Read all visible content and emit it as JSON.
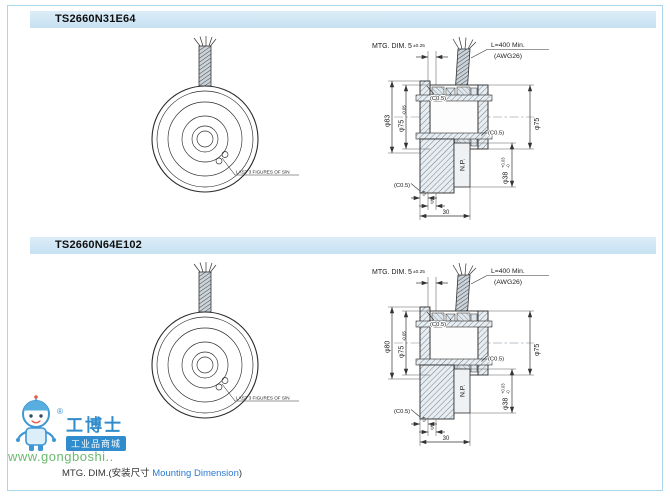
{
  "colors": {
    "header_bg": "#cfe4f2",
    "frame_border": "#a9d6ea",
    "brand_blue": "#1f83c8",
    "url_green": "#36a03c",
    "caption_blue": "#2b7bd0"
  },
  "sections": [
    {
      "title": "TS2660N31E64",
      "front": {
        "sn_note": "LAST 3 FIGURES OF S/N"
      },
      "side": {
        "mtg_label": "MTG. DIM.",
        "mtg_value": "5",
        "mtg_tol": "±0.25",
        "cable_len": "L=400 Min.",
        "cable_awg": "(AWG26)",
        "dia_outer": "φ83",
        "dia_pilot": "φ75",
        "dia_pilot_tol": "-0.05",
        "chamfer_top": "(C0.5)",
        "chamfer_right": "(C0.5)",
        "chamfer_bottom": "(C0.5)",
        "dia_right": "φ75",
        "dia_bore": "φ38",
        "dia_bore_tol_hi": "+0.03",
        "dia_bore_tol_lo": "-0",
        "np": "N.P.",
        "dim_flange": "5",
        "dim_step": "5",
        "dim_total": "30"
      }
    },
    {
      "title": "TS2660N64E102",
      "front": {
        "sn_note": "LAST 3 FIGURES OF S/N"
      },
      "side": {
        "mtg_label": "MTG. DIM.",
        "mtg_value": "5",
        "mtg_tol": "±0.25",
        "cable_len": "L=400 Min.",
        "cable_awg": "(AWG26)",
        "dia_outer": "φ80",
        "dia_pilot": "φ75",
        "dia_pilot_tol": "-0.05",
        "chamfer_top": "(C0.5)",
        "chamfer_right": "(C0.5)",
        "chamfer_bottom": "(C0.5)",
        "dia_right": "φ75",
        "dia_bore": "φ38",
        "dia_bore_tol_hi": "+0.03",
        "dia_bore_tol_lo": "-0",
        "np": "N.P.",
        "dim_flange": "5",
        "dim_step": "5",
        "dim_total": "30"
      }
    }
  ],
  "footer": {
    "caption_prefix": "MTG. DIM.(安装尺寸 ",
    "caption_highlight": "Mounting Dimension",
    "caption_suffix": ")"
  },
  "watermark": {
    "registered": "®",
    "brand": "工博士",
    "subtitle": "工业品商城",
    "url": "www.gongboshi.."
  }
}
